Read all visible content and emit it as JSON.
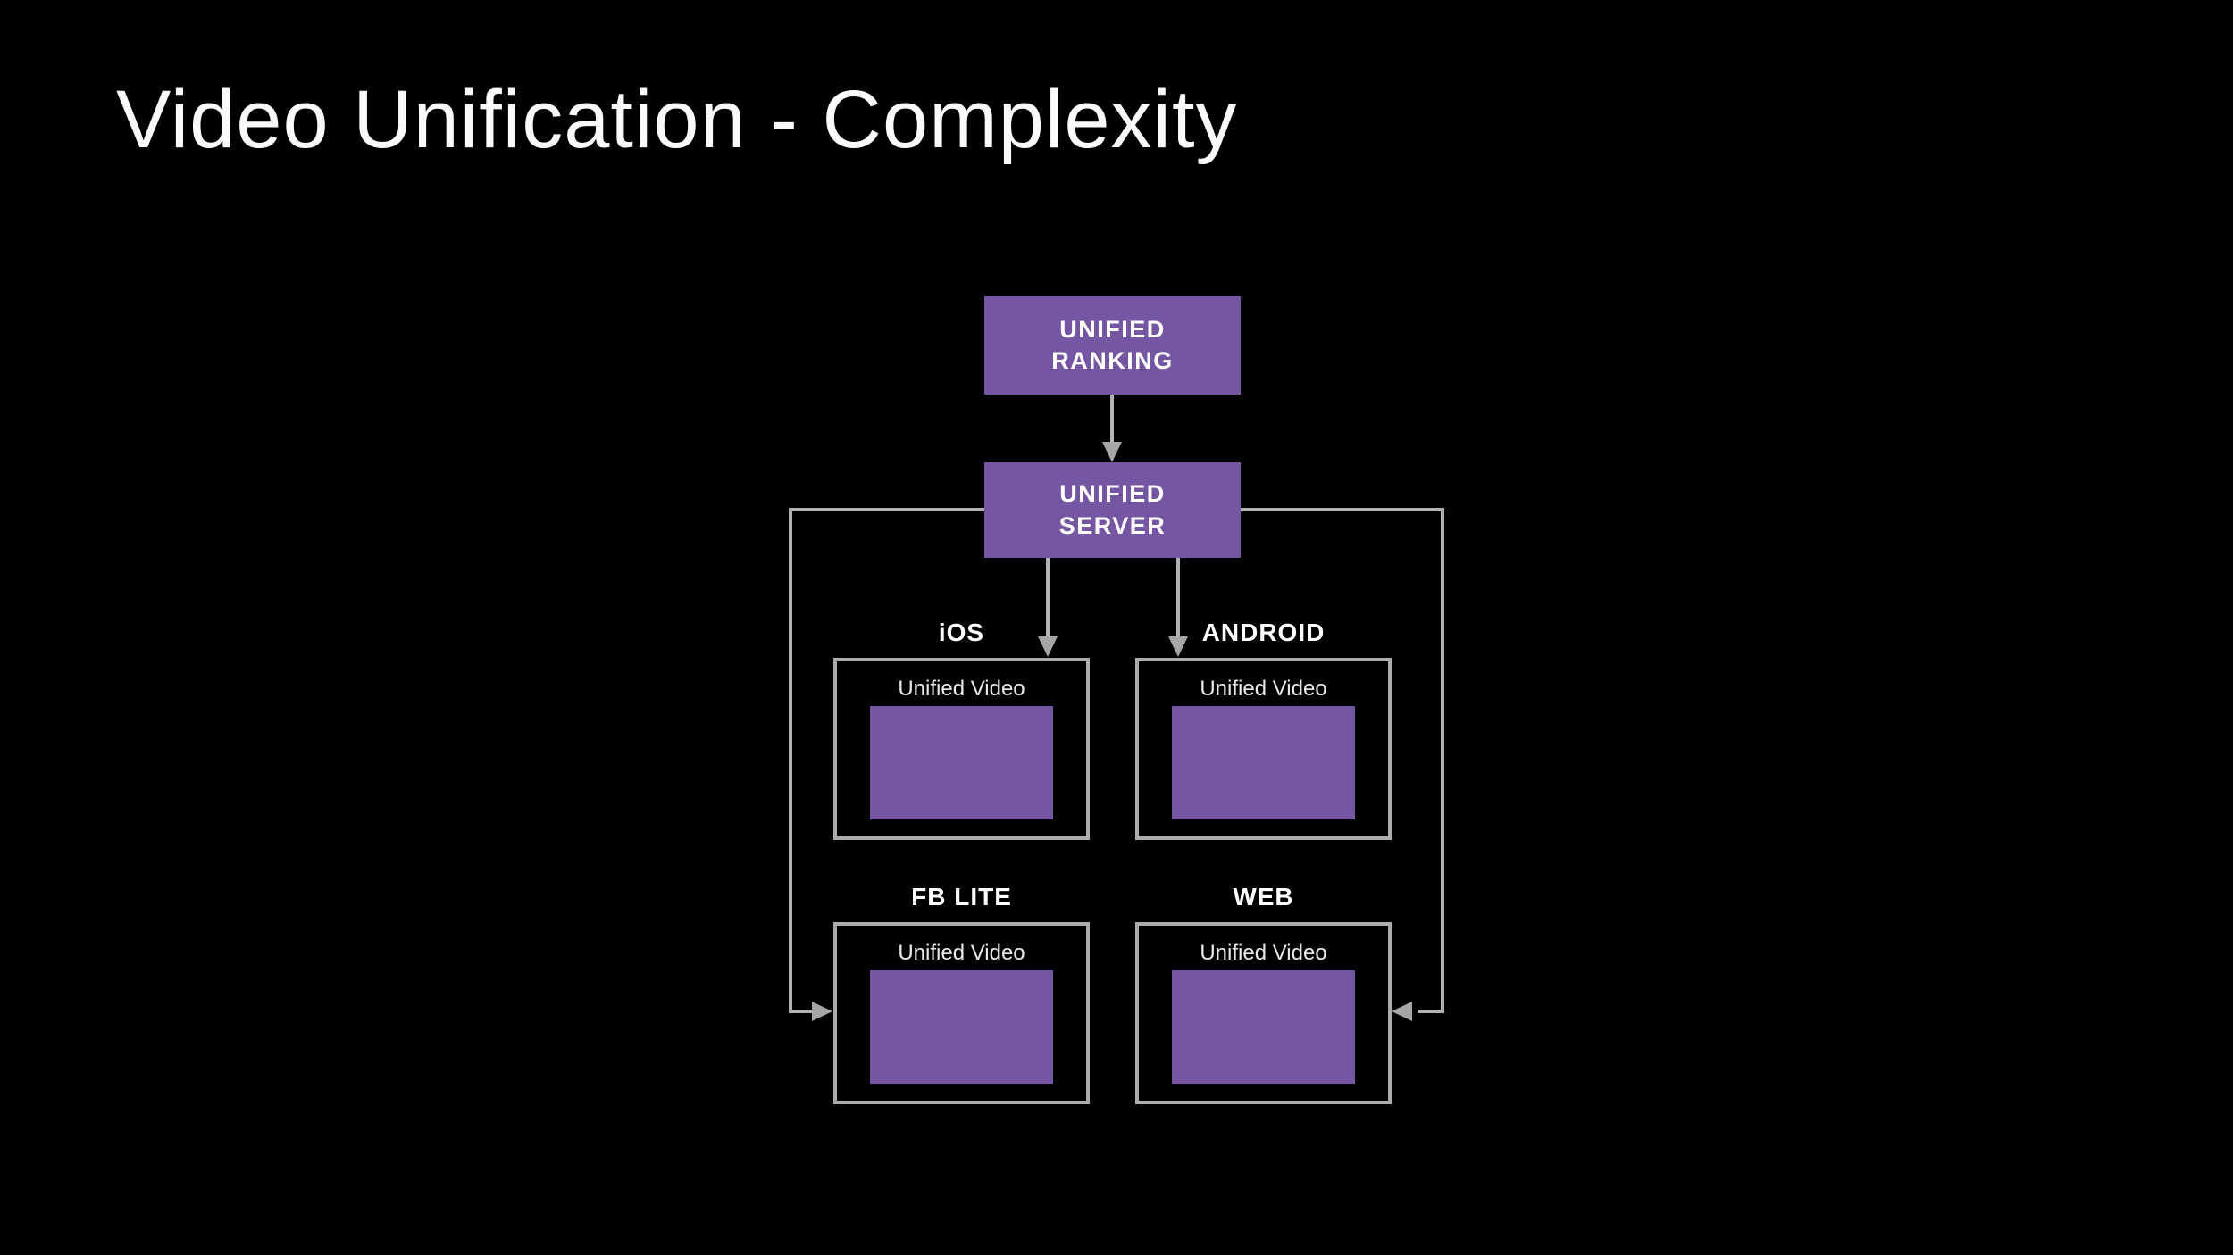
{
  "slide": {
    "title": "Video Unification - Complexity"
  },
  "colors": {
    "background": "#000000",
    "node_purple": "#7456a3",
    "connector_gray": "#b2b2b2",
    "arrowhead_gray": "#a6a6a6",
    "box_border_gray": "#acacac",
    "title_white": "#fafafa",
    "node_text_white": "#ffffff",
    "inner_label_white": "#e9e9e9"
  },
  "diagram": {
    "nodes": [
      {
        "id": "unified-ranking",
        "label": "UNIFIED RANKING",
        "lines": [
          "UNIFIED",
          "RANKING"
        ]
      },
      {
        "id": "unified-server",
        "label": "UNIFIED SERVER",
        "lines": [
          "UNIFIED",
          "SERVER"
        ]
      }
    ],
    "platforms": [
      {
        "id": "ios",
        "label": "iOS",
        "inner_label": "Unified Video"
      },
      {
        "id": "android",
        "label": "ANDROID",
        "inner_label": "Unified Video"
      },
      {
        "id": "fb-lite",
        "label": "FB LITE",
        "inner_label": "Unified Video"
      },
      {
        "id": "web",
        "label": "WEB",
        "inner_label": "Unified Video"
      }
    ],
    "edges": [
      {
        "from": "unified-ranking",
        "to": "unified-server",
        "style": "arrow-down"
      },
      {
        "from": "unified-server",
        "to": "ios",
        "style": "arrow-down"
      },
      {
        "from": "unified-server",
        "to": "android",
        "style": "arrow-down"
      },
      {
        "from": "unified-server",
        "to": "fb-lite",
        "style": "elbow-left-arrow-right"
      },
      {
        "from": "unified-server",
        "to": "web",
        "style": "elbow-right-arrow-left"
      }
    ]
  }
}
